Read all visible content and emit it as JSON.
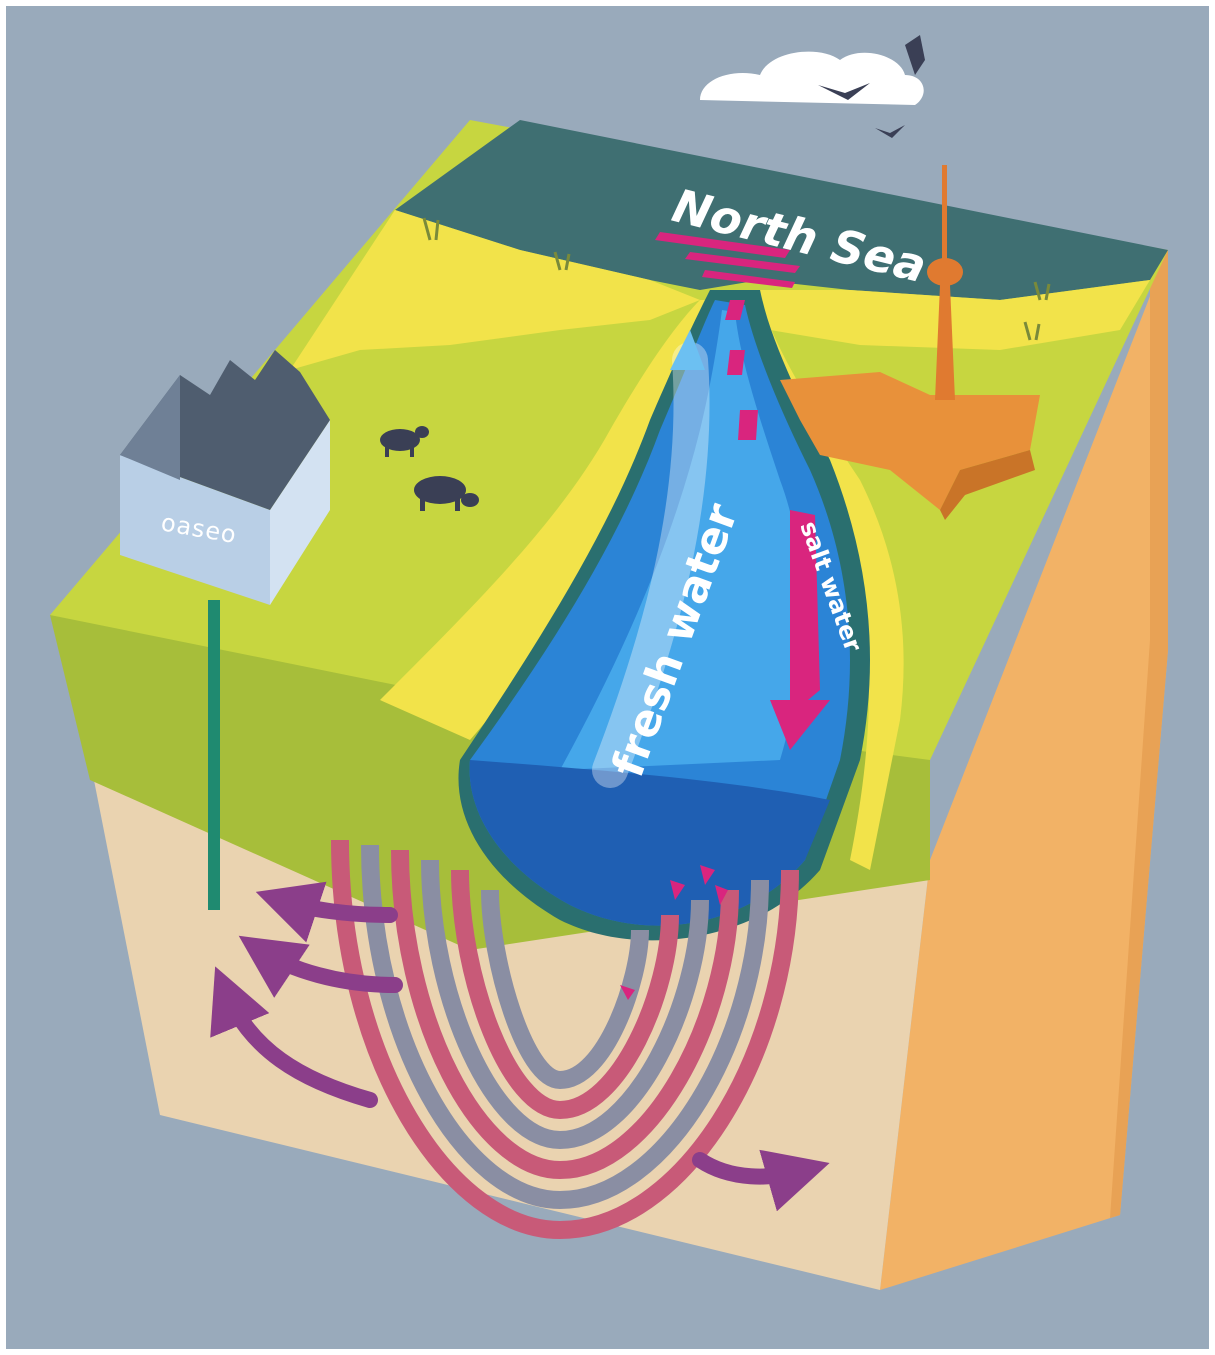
{
  "labels": {
    "north_sea": "North Sea",
    "fresh_water": "fresh water",
    "salt_water": "salt water",
    "factory_logo": "oaseo"
  },
  "colors": {
    "background": "#99aabb",
    "sea": "#3f6f72",
    "dunes": "#f2e34a",
    "grass": "#c7d640",
    "soil_front": "#ead3b0",
    "soil_right": "#f2b266",
    "fresh_water": "#2b84d6",
    "salt_water": "#d9257e",
    "plume_red": "#c85a78",
    "plume_gray": "#8a8ea3",
    "flow_arrows": "#8b3e8a",
    "pipe": "#1f8a70",
    "city": "#e8913a",
    "factory": "#b9cfe6"
  },
  "icons": [
    "factory-icon",
    "cow-icon",
    "tower-icon",
    "city-icon",
    "cloud-icon",
    "bird-icon",
    "reed-icon"
  ]
}
